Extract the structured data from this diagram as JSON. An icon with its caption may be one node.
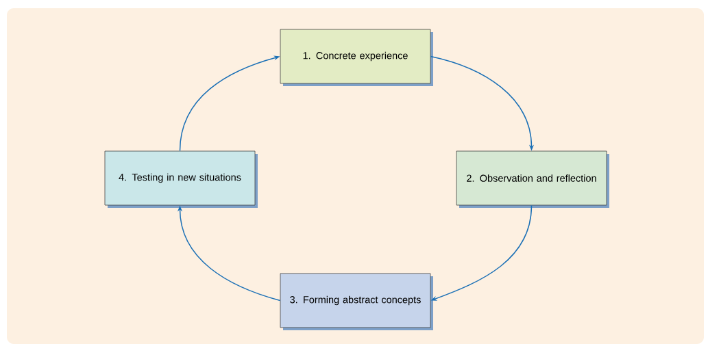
{
  "diagram": {
    "nodes": [
      {
        "text": [
          "1. Concrete experience"
        ]
      },
      {
        "text": [
          "2. Observation and reflection"
        ]
      },
      {
        "text": [
          "3. Forming abstract concepts"
        ]
      },
      {
        "text": [
          "4. Testing in new situations"
        ]
      }
    ],
    "edges": [
      {
        "from": 0,
        "to": 1,
        "arrow": "to"
      },
      {
        "from": 1,
        "to": 2,
        "arrow": "to"
      },
      {
        "from": 2,
        "to": 3,
        "arrow": "to"
      },
      {
        "from": 3,
        "to": 0,
        "arrow": "to"
      }
    ]
  }
}
